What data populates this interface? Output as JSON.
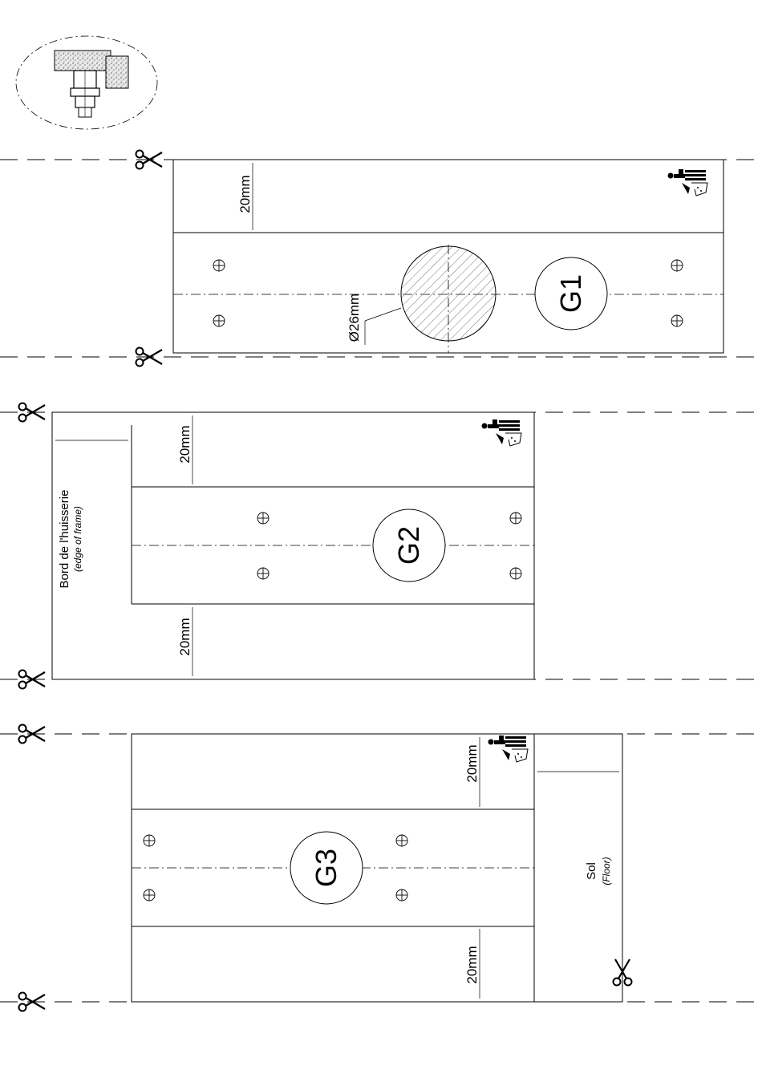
{
  "templates": [
    {
      "id": "G1",
      "label": "G1"
    },
    {
      "id": "G2",
      "label": "G2"
    },
    {
      "id": "G3",
      "label": "G3"
    }
  ],
  "dimensions": {
    "g1_top": "20mm",
    "g1_diameter": "Ø26mm",
    "g2_top": "20mm",
    "g2_bottom": "20mm",
    "g3_top": "20mm",
    "g3_bottom": "20mm"
  },
  "notes": {
    "frame_edge": "Bord de l'huisserie",
    "frame_edge_en": "(edge of frame)",
    "floor": "Sol",
    "floor_en": "(Floor)"
  },
  "icons": [
    "scissors-icon",
    "drill-icon",
    "hinge-detail-icon",
    "screw-hole-icon"
  ]
}
